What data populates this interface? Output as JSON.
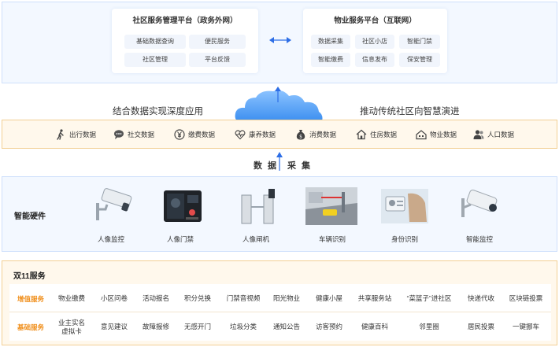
{
  "platforms": {
    "community": {
      "title": "社区服务管理平台（政务外网）",
      "items": [
        "基础数据查询",
        "便民服务",
        "社区管理",
        "平台反馈"
      ]
    },
    "property": {
      "title": "物业服务平台（互联网）",
      "items": [
        "数据采集",
        "社区小店",
        "智能门禁",
        "智能缴费",
        "信息发布",
        "保安管理"
      ]
    }
  },
  "captions": {
    "left": "结合数据实现深度应用",
    "right": "推动传统社区向智慧演进"
  },
  "data_types": [
    {
      "label": "出行数据",
      "icon": "walking-person-icon"
    },
    {
      "label": "社交数据",
      "icon": "chat-bubble-icon"
    },
    {
      "label": "缴费数据",
      "icon": "yen-coin-icon"
    },
    {
      "label": "康养数据",
      "icon": "heart-pulse-icon"
    },
    {
      "label": "消费数据",
      "icon": "money-bag-icon"
    },
    {
      "label": "住房数据",
      "icon": "house-icon"
    },
    {
      "label": "物业数据",
      "icon": "building-icon"
    },
    {
      "label": "人口数据",
      "icon": "people-icon"
    }
  ],
  "collect": {
    "left": "数 据",
    "right": "采 集"
  },
  "hardware": {
    "title": "智能硬件",
    "items": [
      "人像监控",
      "人像门禁",
      "人像闸机",
      "车辆识别",
      "身份识别",
      "智能监控"
    ]
  },
  "services": {
    "title": "双11服务",
    "value_added": {
      "label": "增值服务",
      "items": [
        "物业缴费",
        "小区问卷",
        "活动报名",
        "积分兑换",
        "门禁音视频",
        "阳光物业",
        "健康小屋",
        "共享服务站",
        "“菜篮子”进社区",
        "快递代收",
        "区块链投票"
      ]
    },
    "basic": {
      "label": "基础服务",
      "items": [
        "业主实名\n虚拟卡",
        "意见建议",
        "故障报修",
        "无感开门",
        "垃圾分类",
        "通知公告",
        "访客预约",
        "健康百科",
        "邻里圈",
        "居民投票",
        "一键挪车"
      ]
    }
  },
  "colors": {
    "blue_accent": "#2d6ee6",
    "orange_accent": "#f0901e",
    "cloud": "#5aa2f2"
  }
}
